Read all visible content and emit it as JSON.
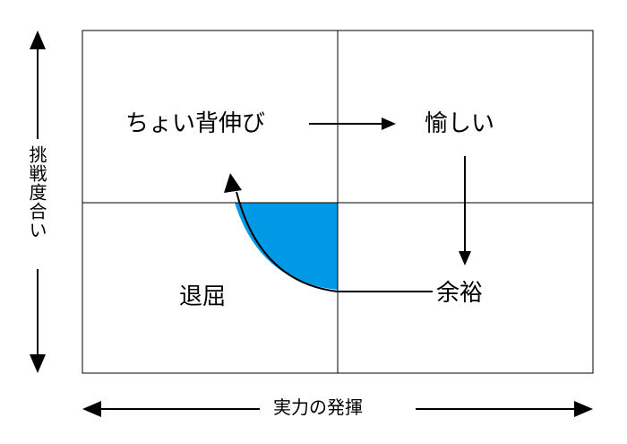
{
  "quadrants": {
    "top_left": "ちょい背伸び",
    "top_right": "愉しい",
    "bottom_left": "退屈",
    "bottom_right": "余裕"
  },
  "axes": {
    "y_label": "挑戦度合い",
    "x_label": "実力の発揮"
  },
  "colors": {
    "highlight_fill": "#0099e6",
    "line": "#000000"
  }
}
